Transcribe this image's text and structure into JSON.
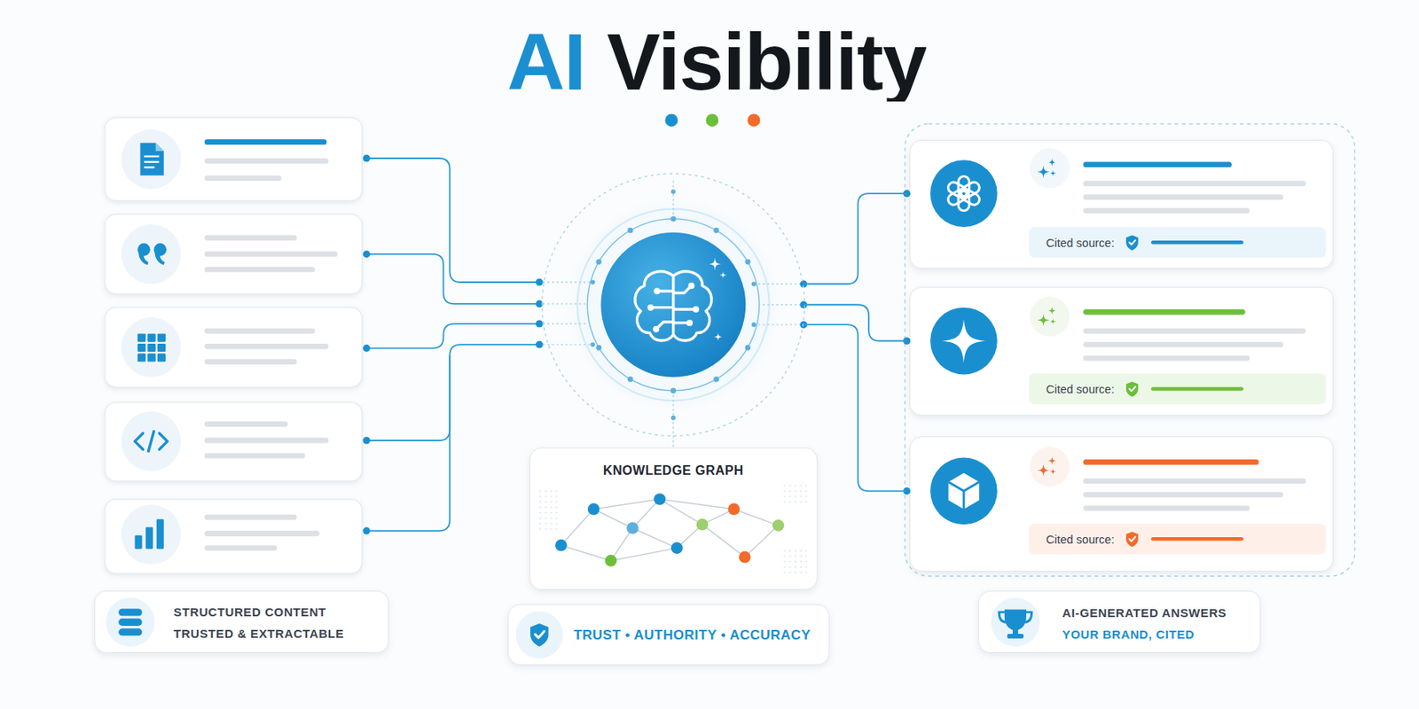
{
  "diagram": {
    "title": "AI Visibility",
    "nodes": [
      {
        "text": [
          "Cited source:"
        ]
      },
      {
        "text": [
          "Cited source:"
        ]
      },
      {
        "text": [
          "Cited source:"
        ]
      },
      {
        "text": [
          "KNOWLEDGE GRAPH"
        ]
      },
      {
        "text": [
          "STRUCTURED CONTENT TRUSTED & EXTRACTABLE"
        ]
      },
      {
        "text": [
          "TRUST • AUTHORITY • ACCURACY"
        ]
      },
      {
        "text": [
          "AI-GENERATED ANSWERS",
          "YOUR BRAND, CITED"
        ]
      }
    ]
  }
}
